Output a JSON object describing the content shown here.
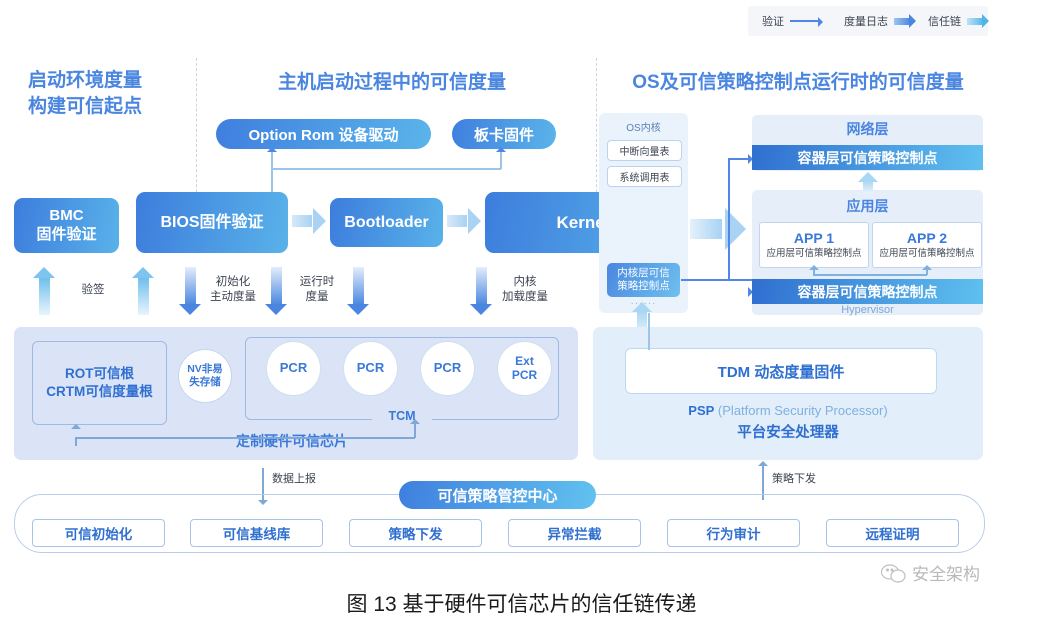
{
  "legend": {
    "items": [
      {
        "label": "验证",
        "icon": "thin-line-arrow-icon"
      },
      {
        "label": "度量日志",
        "icon": "blue-block-arrow-icon"
      },
      {
        "label": "信任链",
        "icon": "cyan-block-arrow-icon"
      }
    ]
  },
  "sections": {
    "s1_line1": "启动环境度量",
    "s1_line2": "构建可信起点",
    "s2": "主机启动过程中的可信度量",
    "s3": "OS及可信策略控制点运行时的可信度量"
  },
  "top_pills": {
    "option_rom": "Option Rom 设备驱动",
    "board_firmware": "板卡固件"
  },
  "boot_chain": {
    "bmc_line1": "BMC",
    "bmc_line2": "固件验证",
    "bios": "BIOS固件验证",
    "bootloader": "Bootloader",
    "kernel": "Kernel"
  },
  "measure_labels": {
    "verify_sign": "验签",
    "init_line1": "初始化",
    "init_line2": "主动度量",
    "runtime_line1": "运行时",
    "runtime_line2": "度量",
    "kernel_line1": "内核",
    "kernel_line2": "加载度量"
  },
  "os_kernel": {
    "title": "OS内核",
    "items": [
      "中断向量表",
      "系统调用表"
    ],
    "control_point_line1": "内核层可信",
    "control_point_line2": "策略控制点",
    "dots": "······"
  },
  "right_stack": {
    "network_layer": "网络层",
    "container_cp_top": "容器层可信策略控制点",
    "app_layer": "应用层",
    "apps": [
      {
        "name": "APP 1",
        "sub": "应用层可信策略控制点"
      },
      {
        "name": "APP 2",
        "sub": "应用层可信策略控制点"
      }
    ],
    "container_cp_bottom": "容器层可信策略控制点",
    "hypervisor": "Hypervisor"
  },
  "hardware": {
    "rot_line1": "ROT可信根",
    "rot_line2": "CRTM可信度量根",
    "nv_line1": "NV非易",
    "nv_line2": "失存储",
    "pcrs": [
      "PCR",
      "PCR",
      "PCR"
    ],
    "ext_pcr_line1": "Ext",
    "ext_pcr_line2": "PCR",
    "tcm_label": "TCM",
    "chip_label": "定制硬件可信芯片"
  },
  "psp": {
    "tdm": "TDM 动态度量固件",
    "abbrev": "PSP",
    "full_name": " (Platform Security Processor)",
    "chinese": "平台安全处理器"
  },
  "bottom": {
    "center_title": "可信策略管控中心",
    "items": [
      "可信初始化",
      "可信基线库",
      "策略下发",
      "异常拦截",
      "行为审计",
      "远程证明"
    ],
    "data_report_label": "数据上报",
    "policy_push_label": "策略下发"
  },
  "caption": "图 13 基于硬件可信芯片的信任链传递",
  "watermark": "安全架构",
  "colors": {
    "accent_blue": "#4a86e0",
    "deep_blue": "#2f6fd0",
    "cyan": "#5fc0ef",
    "panel_bg": "#dbe4f7",
    "panel_bg_light": "#e3eefb"
  }
}
